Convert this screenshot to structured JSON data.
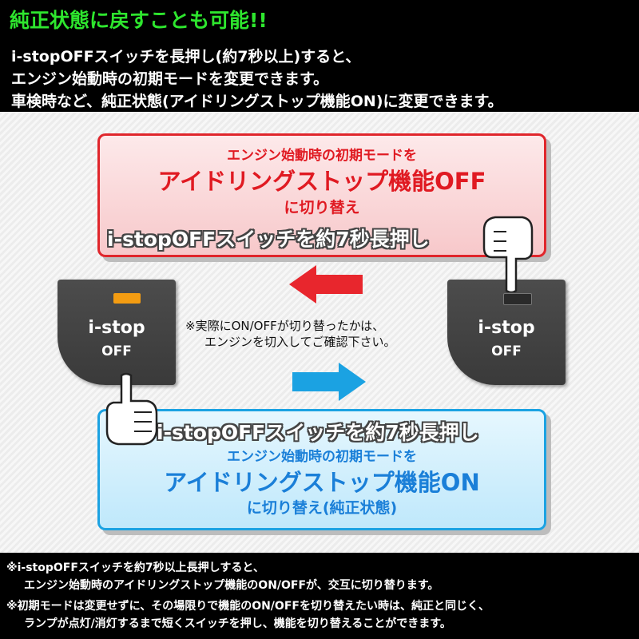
{
  "headline": "純正状態に戻すことも可能!!",
  "intro": [
    "i-stopOFFスイッチを長押し(約7秒以上)すると、",
    "エンジン始動時の初期モードを変更できます。",
    "車検時など、純正状態(アイドリングストップ機能ON)に変更できます。"
  ],
  "red_box": {
    "line1": "エンジン始動時の初期モードを",
    "line2": "アイドリングストップ機能OFF",
    "line3": "に切り替え",
    "long_press": "i-stopOFFスイッチを約7秒長押し"
  },
  "blue_box": {
    "long_press": "i-stopOFFスイッチを約7秒長押し",
    "line1": "エンジン始動時の初期モードを",
    "line2": "アイドリングストップ機能ON",
    "line3": "に切り替え(純正状態)"
  },
  "switch_left": {
    "brand": "i-stop",
    "state": "OFF",
    "lamp": "lit"
  },
  "switch_right": {
    "brand": "i-stop",
    "state": "OFF",
    "lamp": "off"
  },
  "center_note": [
    "※実際にON/OFFが切り替ったかは、",
    "エンジンを切入してご確認下さい。"
  ],
  "footer_notes": [
    "※i-stopOFFスイッチを約7秒以上長押しすると、",
    "エンジン始動時のアイドリングストップ機能のON/OFFが、交互に切り替ります。",
    "※初期モードは変更せずに、その場限りで機能のON/OFFを切り替えたい時は、純正と同じく、",
    "ランプが点灯/消灯するまで短くスイッチを押し、機能を切り替えることができます。"
  ],
  "colors": {
    "headline": "#2ee62e",
    "red_accent": "#e01a22",
    "blue_accent": "#1ba2e2",
    "lamp_lit": "#f39c12",
    "lamp_off": "#2a2a2a"
  },
  "icons": [
    "arrow-left-icon",
    "arrow-right-icon",
    "pointing-hand-icon"
  ]
}
